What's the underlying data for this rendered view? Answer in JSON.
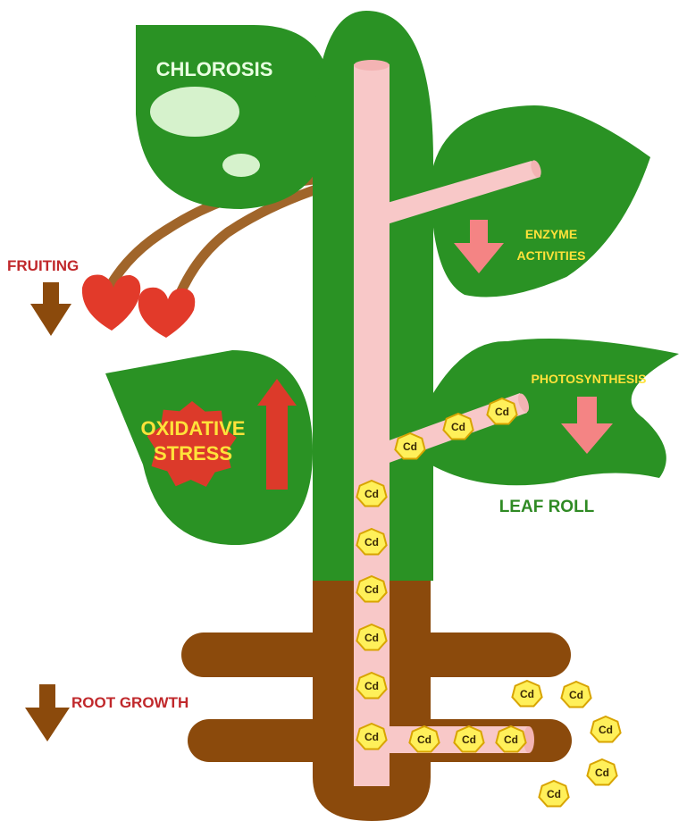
{
  "labels": {
    "chlorosis": "CHLOROSIS",
    "fruiting": "FRUITING",
    "enzyme_line1": "ENZYME",
    "enzyme_line2": "ACTIVITIES",
    "photosynthesis": "PHOTOSYNTHESIS",
    "oxidative_line1": "OXIDATIVE",
    "oxidative_line2": "STRESS",
    "leaf_roll": "LEAF ROLL",
    "root_growth": "ROOT GROWTH"
  },
  "cd_label": "Cd",
  "colors": {
    "leaf_green": "#2a9224",
    "stem_vessel": "#f8c8c8",
    "root_brown": "#8b4a0c",
    "heart_red": "#e23a2a",
    "arrow_brown": "#8b4a0c",
    "arrow_pink": "#f48484",
    "arrow_red": "#dc3a2a",
    "cd_fill": "#fff05a",
    "cd_stroke": "#d8a400"
  },
  "icons": [
    "down-arrow-icon",
    "up-arrow-icon",
    "heart-icon",
    "starburst-icon",
    "cd-ion-icon"
  ]
}
